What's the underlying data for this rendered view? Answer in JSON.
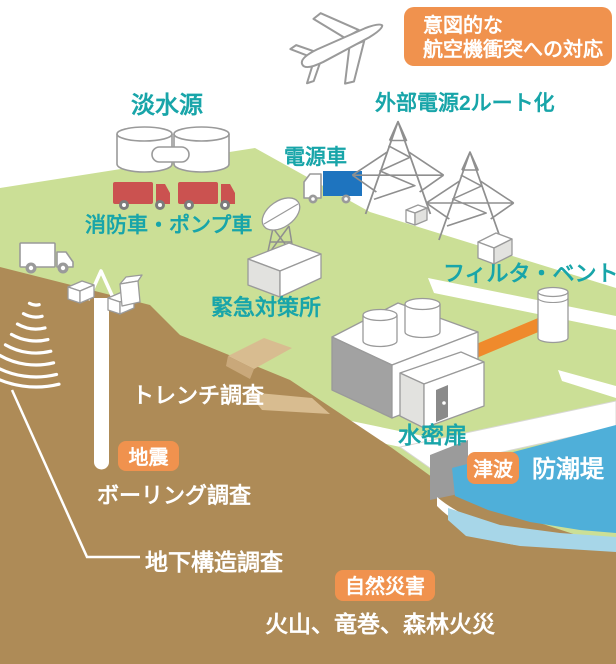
{
  "diagram": {
    "aircraft_box": {
      "line1": "意図的な",
      "line2": "航空機衝突への対応"
    },
    "labels": {
      "freshwater_source": "淡水源",
      "external_power": "外部電源2ルート化",
      "power_supply_vehicle": "電源車",
      "fire_pump_trucks": "消防車・ポンプ車",
      "emergency_response_center": "緊急対策所",
      "filter_vent": "フィルタ・ベント",
      "trench_survey": "トレンチ調査",
      "boring_survey": "ボーリング調査",
      "underground_structure_survey": "地下構造調査",
      "watertight_door": "水密扉",
      "seawall": "防潮堤",
      "volcano_tornado_forest_fire": "火山、竜巻、森林火災"
    },
    "badges": {
      "earthquake": "地震",
      "tsunami": "津波",
      "natural_disaster": "自然災害"
    },
    "colors": {
      "label_teal": "#18a5a9",
      "badge_orange": "#f0924e",
      "terrain_green": "#cbdf96",
      "ground_brown": "#ae8b57",
      "trench_tan": "#d8bc90",
      "sea_dark": "#4fafd9",
      "sea_light": "#a7d6e8",
      "fire_truck_red": "#cb5250",
      "power_truck_blue": "#1e74bf",
      "pipe_orange": "#ef8a2c"
    }
  }
}
